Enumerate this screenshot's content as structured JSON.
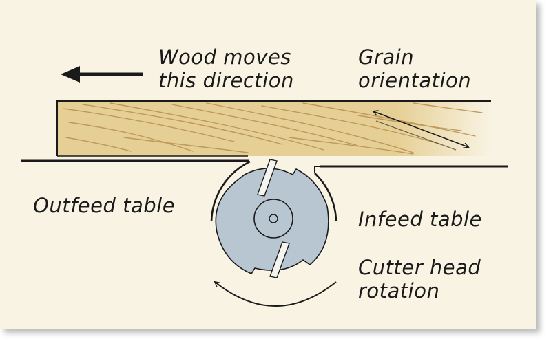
{
  "labels": {
    "wood_direction": [
      "Wood moves",
      "this direction"
    ],
    "grain": [
      "Grain",
      "orientation"
    ],
    "outfeed": "Outfeed table",
    "infeed": "Infeed table",
    "cutter": [
      "Cutter head",
      "rotation"
    ]
  },
  "colors": {
    "background": "#f8f3e3",
    "wood": "#e6cf94",
    "wood_grain": "#b88f4e",
    "cutter_fill": "#b8c6d2",
    "ink": "#1a1a1a"
  },
  "icons": {
    "direction_arrow": "arrow-left-icon",
    "grain_arrow": "double-arrow-icon",
    "rotation_arrow": "curved-arrow-icon"
  }
}
